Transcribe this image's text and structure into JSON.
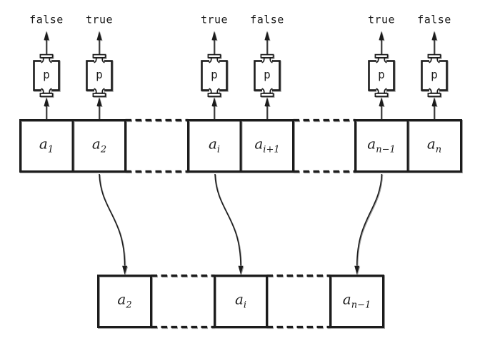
{
  "colors": {
    "ink": "#1c1c1c",
    "shadow": "#9e9e9e",
    "background": "#ffffff"
  },
  "predicate_units": [
    {
      "output": "false",
      "predicate": "p"
    },
    {
      "output": "true",
      "predicate": "p"
    },
    {
      "output": "true",
      "predicate": "p"
    },
    {
      "output": "false",
      "predicate": "p"
    },
    {
      "output": "true",
      "predicate": "p"
    },
    {
      "output": "false",
      "predicate": "p"
    }
  ],
  "top_array": {
    "cells": [
      {
        "base": "a",
        "sub": "1"
      },
      {
        "base": "a",
        "sub": "2"
      },
      {
        "base": "a",
        "sub": "i"
      },
      {
        "base": "a",
        "sub": "i+1"
      },
      {
        "base": "a",
        "sub": "n−1"
      },
      {
        "base": "a",
        "sub": "n"
      }
    ]
  },
  "bottom_array": {
    "cells": [
      {
        "base": "a",
        "sub": "2"
      },
      {
        "base": "a",
        "sub": "i"
      },
      {
        "base": "a",
        "sub": "n−1"
      }
    ]
  },
  "transfer_arrows": [
    {
      "from": "a2",
      "to": "a2"
    },
    {
      "from": "ai",
      "to": "ai"
    },
    {
      "from": "an-1",
      "to": "an-1"
    }
  ]
}
